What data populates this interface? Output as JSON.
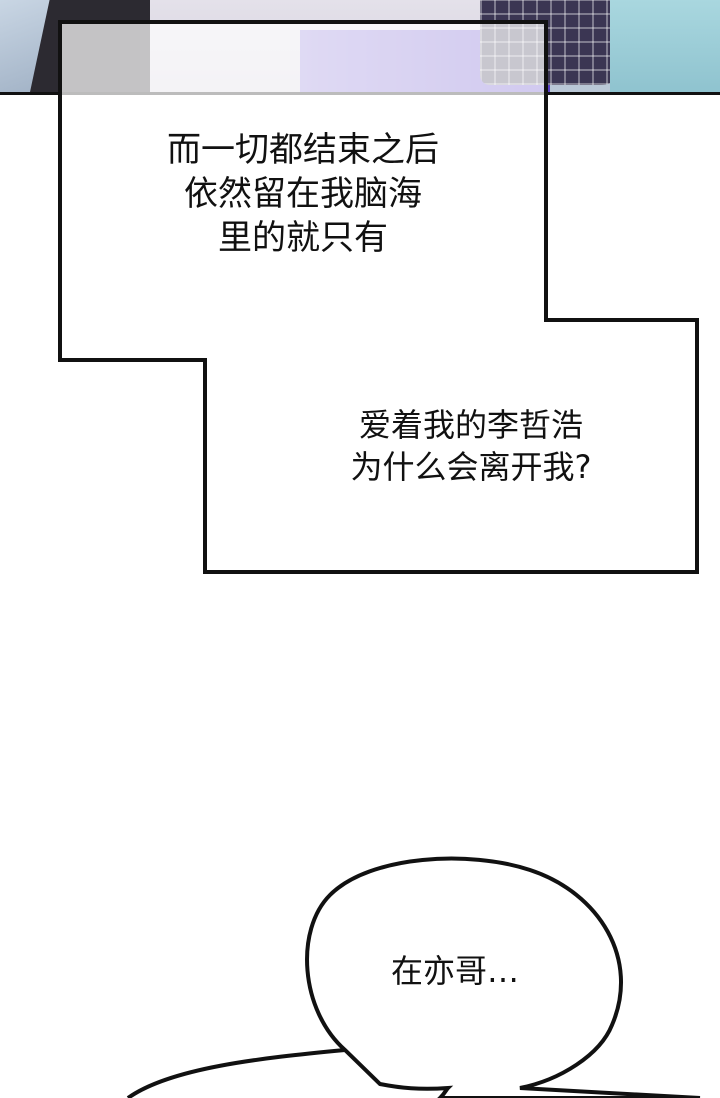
{
  "narration_top": {
    "lines": [
      "而一切都结束之后",
      "依然留在我脑海",
      "里的就只有"
    ]
  },
  "narration_bottom": {
    "lines": [
      "爱着我的李哲浩",
      "为什么会离开我?"
    ]
  },
  "speech_bubble": {
    "text": "在亦哥…"
  },
  "colors": {
    "ink": "#111111",
    "paper": "#ffffff",
    "accent_purple": "#5a3fc7"
  }
}
